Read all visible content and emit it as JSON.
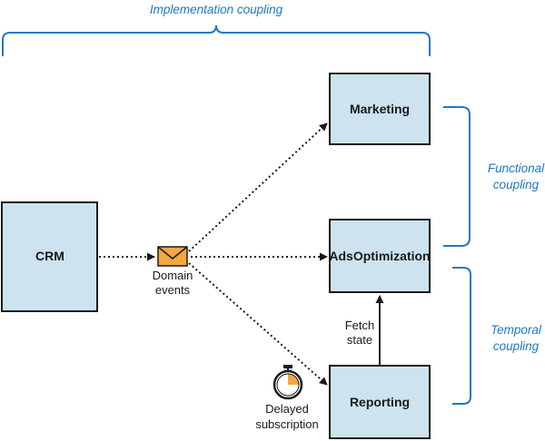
{
  "colors": {
    "box_fill": "#cde3f0",
    "box_stroke": "#1a1a1a",
    "accent_blue": "#1f78c8",
    "envelope": "#f5a742",
    "timer_orange": "#f5a742"
  },
  "labels": {
    "implementation": "Implementation coupling",
    "functional_line1": "Functional",
    "functional_line2": "coupling",
    "temporal_line1": "Temporal",
    "temporal_line2": "coupling"
  },
  "boxes": {
    "crm": "CRM",
    "marketing": "Marketing",
    "ads": "AdsOptimization",
    "reporting": "Reporting"
  },
  "annotations": {
    "domain_line1": "Domain",
    "domain_line2": "events",
    "fetch_line1": "Fetch",
    "fetch_line2": "state",
    "delayed_line1": "Delayed",
    "delayed_line2": "subscription"
  },
  "icons": {
    "envelope": "envelope-icon",
    "timer": "stopwatch-icon"
  }
}
